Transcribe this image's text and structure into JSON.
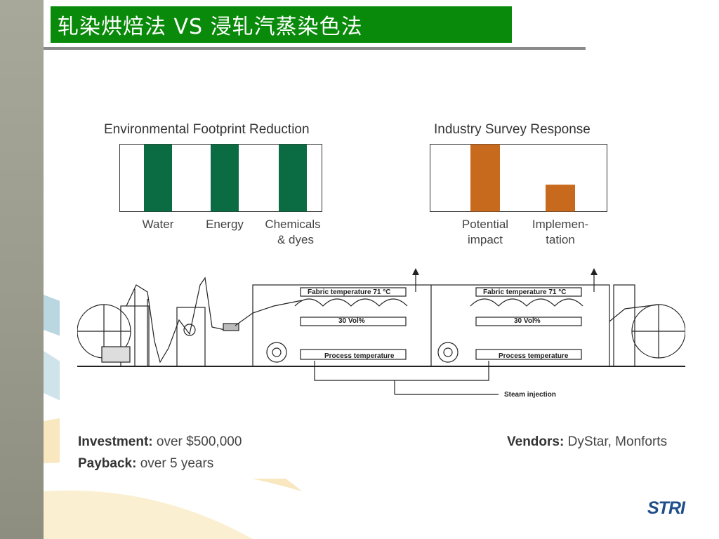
{
  "slide": {
    "title": "轧染烘焙法 VS 浸轧汽蒸染色法",
    "logo": "STRI",
    "colors": {
      "title_bg": "#0a8a0a",
      "green_bar": "#0b6b43",
      "orange_bar": "#c86a1e"
    }
  },
  "chart_data": [
    {
      "type": "bar",
      "title": "Environmental Footprint Reduction",
      "categories": [
        [
          "Water"
        ],
        [
          "Energy"
        ],
        [
          "Chemicals",
          "& dyes"
        ]
      ],
      "values": [
        1.0,
        1.0,
        1.0
      ],
      "ylim": [
        0,
        1
      ],
      "color": "#0b6b43",
      "grid": false
    },
    {
      "type": "bar",
      "title": "Industry Survey Response",
      "categories": [
        [
          "Potential",
          "impact"
        ],
        [
          "Implemen-",
          "tation"
        ]
      ],
      "values": [
        1.0,
        0.4
      ],
      "ylim": [
        0,
        1
      ],
      "color": "#c86a1e",
      "grid": false
    }
  ],
  "diagram": {
    "fabric_temp_1": "Fabric temperature 71 °C",
    "fabric_temp_2": "Fabric temperature 71 °C",
    "vol_1": "30 Vol%",
    "vol_2": "30 Vol%",
    "process_temp_1": "Process temperature",
    "process_temp_2": "Process temperature",
    "steam": "Steam injection"
  },
  "info": {
    "investment_label": "Investment:",
    "investment_value": "over $500,000",
    "payback_label": "Payback:",
    "payback_value": "over 5 years",
    "vendors_label": "Vendors:",
    "vendors_value": "DyStar, Monforts"
  }
}
